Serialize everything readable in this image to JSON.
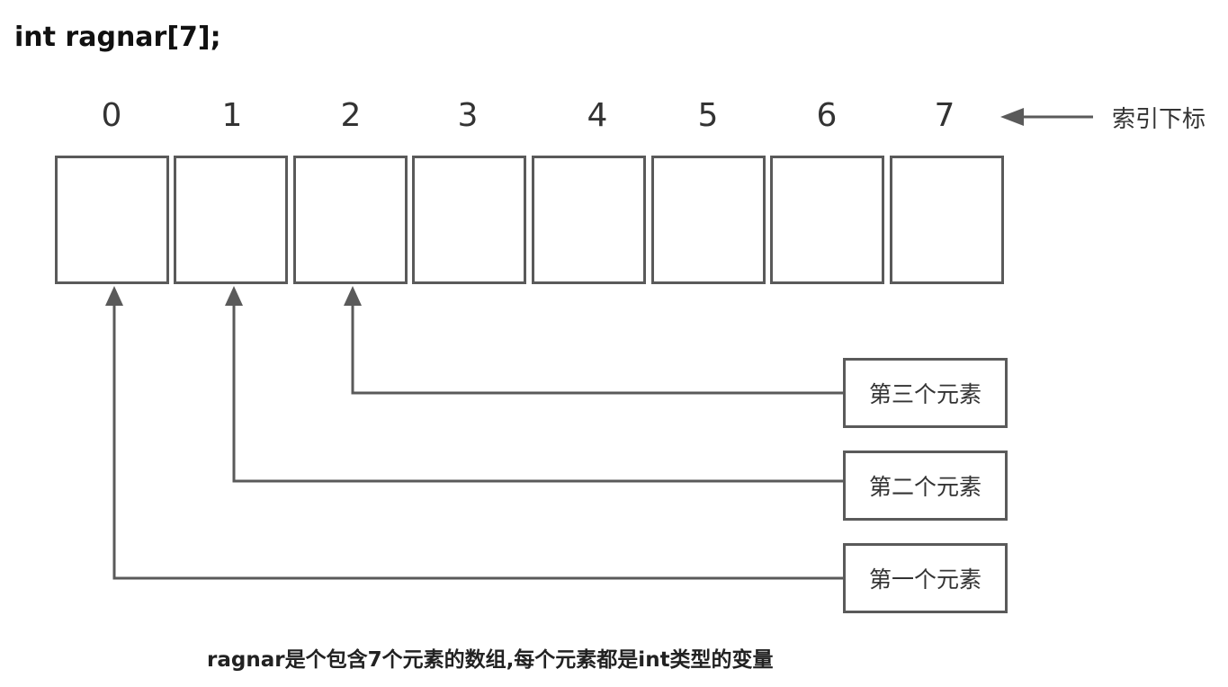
{
  "title": "int ragnar[7];",
  "indices": [
    "0",
    "1",
    "2",
    "3",
    "4",
    "5",
    "6",
    "7"
  ],
  "index_caption": "索引下标",
  "elements": [
    {
      "label": "第三个元素",
      "points_to_index": 2
    },
    {
      "label": "第二个元素",
      "points_to_index": 1
    },
    {
      "label": "第一个元素",
      "points_to_index": 0
    }
  ],
  "caption": "ragnar是个包含7个元素的数组,每个元素都是int类型的变量",
  "colors": {
    "stroke": "#5a5a5a",
    "text": "#333333",
    "background": "#ffffff"
  }
}
